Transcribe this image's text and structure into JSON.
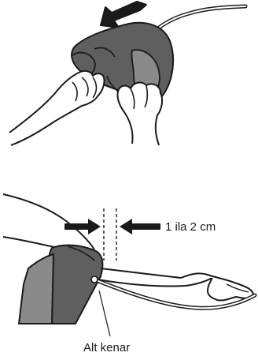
{
  "figure_top": {
    "arrow_direction": "left"
  },
  "figure_bottom": {
    "distance_label": "1 ila 2 cm",
    "edge_label": "Alt kenar"
  },
  "colors": {
    "cuff": "#5f5f5f",
    "cuff_light": "#8a8a8a",
    "line": "#1a1a1a",
    "background": "#ffffff"
  }
}
